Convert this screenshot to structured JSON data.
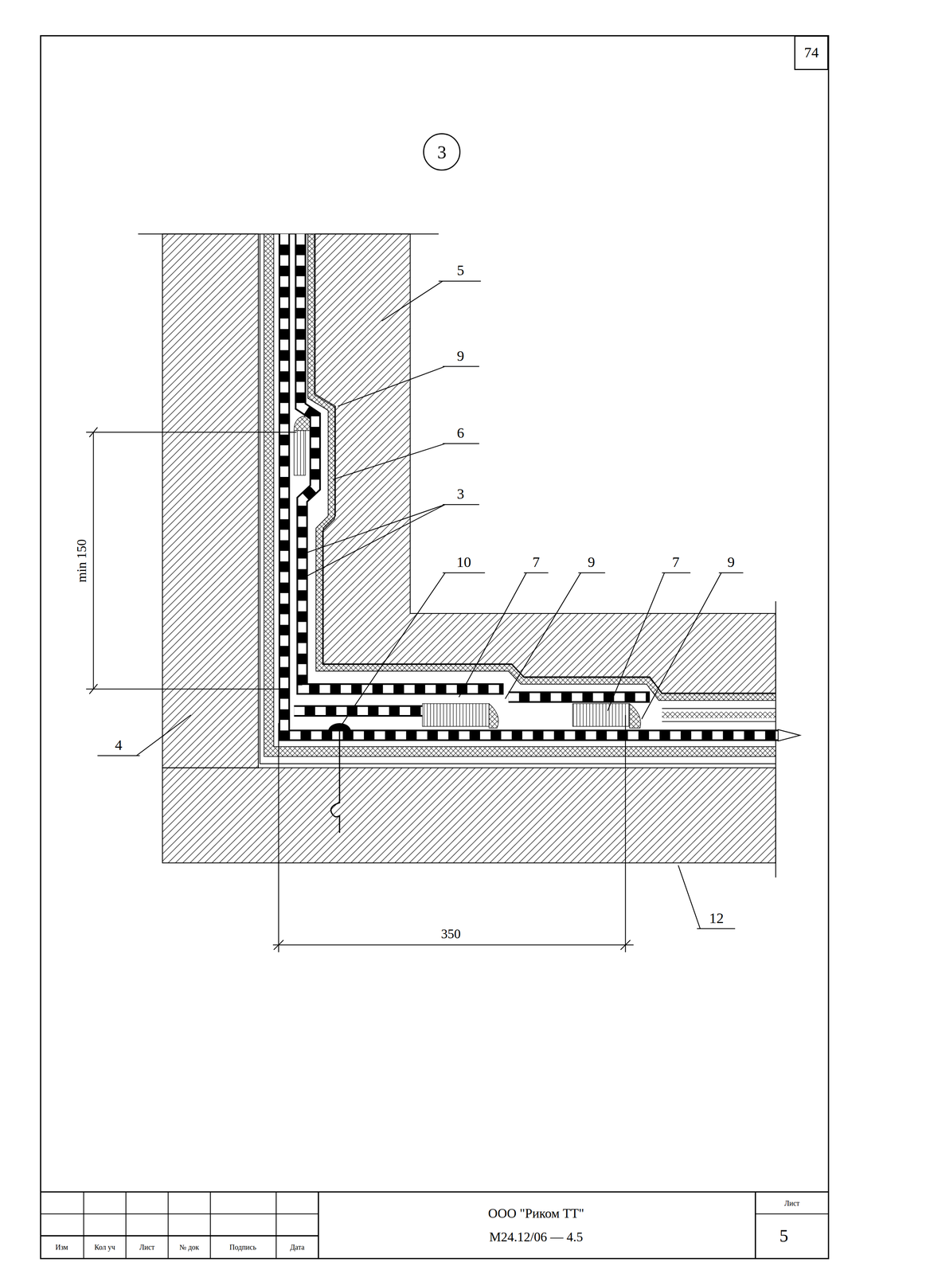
{
  "diagram": {
    "nodes": [
      {
        "text": [
          "3"
        ]
      },
      {
        "text": [
          "74"
        ]
      }
    ],
    "labels": [
      "5",
      "9",
      "6",
      "3",
      "10",
      "7",
      "9",
      "7",
      "9",
      "4",
      "12",
      "min 150",
      "350",
      "Изм",
      "Кол уч",
      "Лист",
      "№ док",
      "Подпись",
      "Дата",
      "ООО \"Риком ТТ\"",
      "М24.12/06 — 4.5",
      "Лист",
      "5"
    ]
  }
}
